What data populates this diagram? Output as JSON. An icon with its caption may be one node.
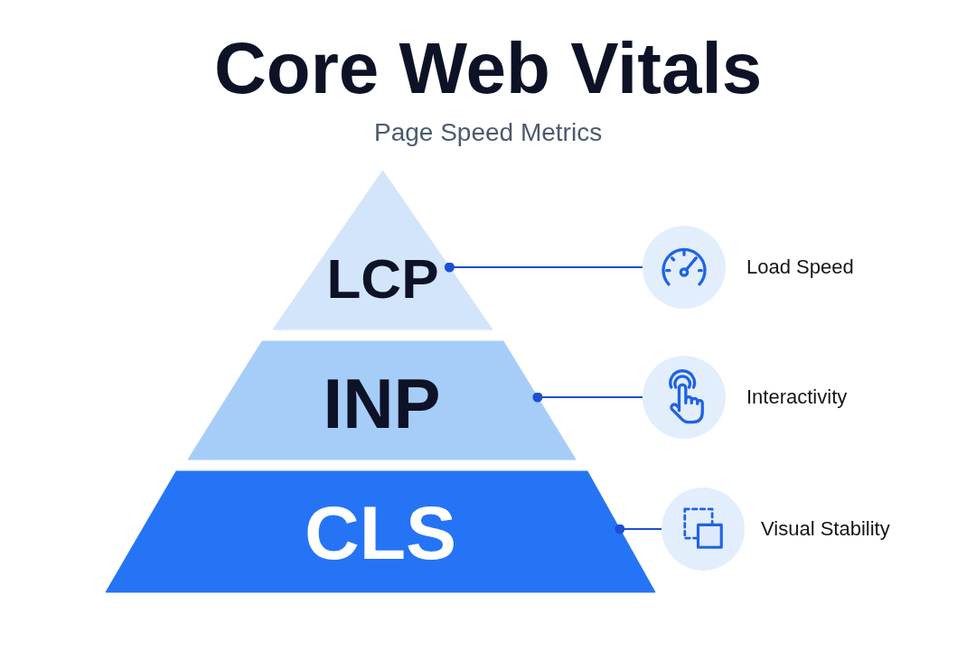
{
  "diagram": {
    "title": "Core Web Vitals",
    "nodes": [
      {
        "text": [
          "LCP"
        ]
      },
      {
        "text": [],
        "shape": "circle",
        "beside": [
          "Load Speed"
        ]
      },
      {
        "text": [
          "INP"
        ]
      },
      {
        "text": [],
        "shape": "circle",
        "beside": [
          "Interactivity"
        ]
      },
      {
        "text": [
          "CLS"
        ]
      },
      {
        "text": [],
        "shape": "circle",
        "beside": [
          "Visual Stability"
        ]
      }
    ],
    "edges": [
      {
        "from": 0,
        "to": 1,
        "arrow": "other"
      },
      {
        "from": 2,
        "to": 3,
        "arrow": "other"
      },
      {
        "from": 4,
        "to": 5,
        "arrow": "other"
      }
    ],
    "labels": [
      "Page Speed Metrics"
    ]
  }
}
